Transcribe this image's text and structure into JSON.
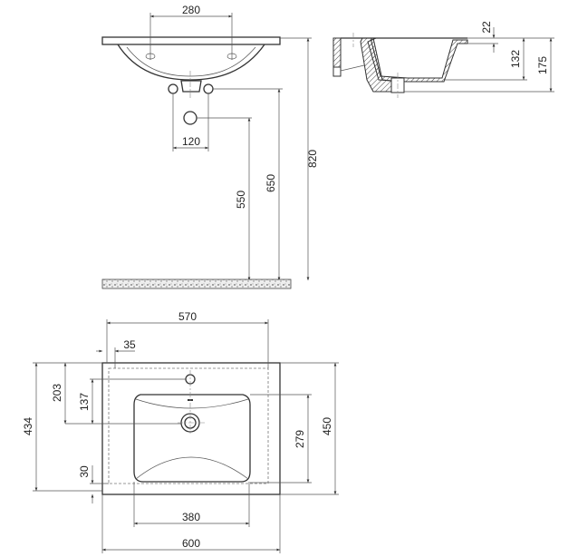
{
  "front_view": {
    "tap_hole_spacing": "280",
    "trap_connection_spacing": "120",
    "drain_height": "550",
    "trap_height": "650",
    "countertop_height": "820"
  },
  "side_view": {
    "rim_thickness": "22",
    "bowl_depth": "132",
    "total_height": "175"
  },
  "top_view": {
    "inner_width": "570",
    "edge_offset": "35",
    "total_depth_inner": "434",
    "drain_from_back": "203",
    "drain_from_tap": "137",
    "front_edge": "30",
    "total_depth": "450",
    "bowl_depth": "279",
    "bowl_width": "380",
    "total_width": "600"
  }
}
